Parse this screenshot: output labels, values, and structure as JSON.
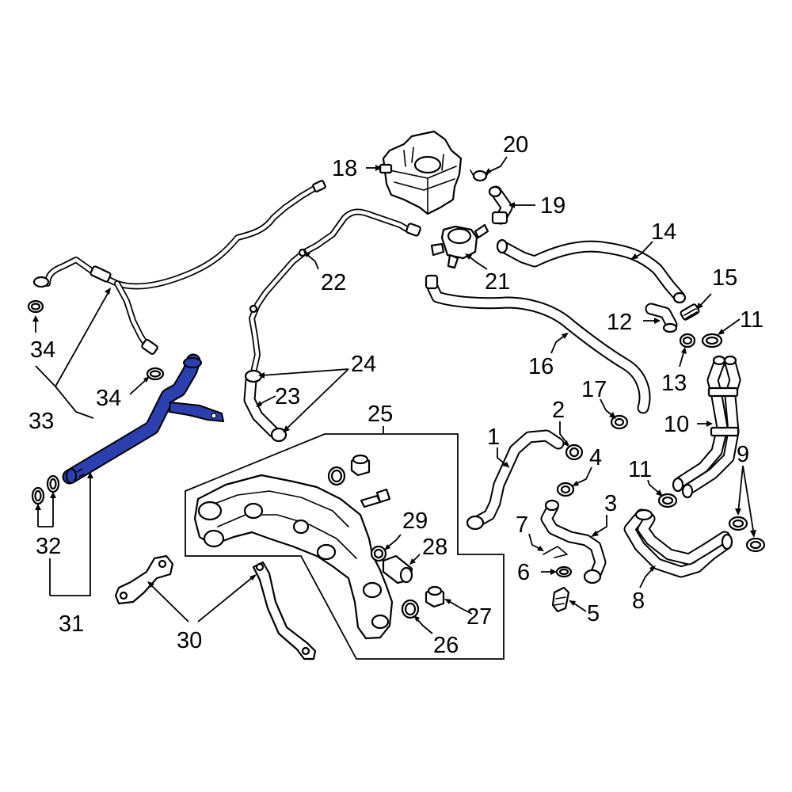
{
  "highlight_color": "#2b3fae",
  "callouts": {
    "n1": "1",
    "n2": "2",
    "n3": "3",
    "n4": "4",
    "n5": "5",
    "n6": "6",
    "n7": "7",
    "n8": "8",
    "n9": "9",
    "n10": "10",
    "n11a": "11",
    "n11b": "11",
    "n12": "12",
    "n13": "13",
    "n14": "14",
    "n15": "15",
    "n16": "16",
    "n17": "17",
    "n18": "18",
    "n19": "19",
    "n20": "20",
    "n21": "21",
    "n22": "22",
    "n23": "23",
    "n24": "24",
    "n25": "25",
    "n26": "26",
    "n27": "27",
    "n28": "28",
    "n29": "29",
    "n30": "30",
    "n31": "31",
    "n32": "32",
    "n33": "33",
    "n34a": "34",
    "n34b": "34"
  }
}
